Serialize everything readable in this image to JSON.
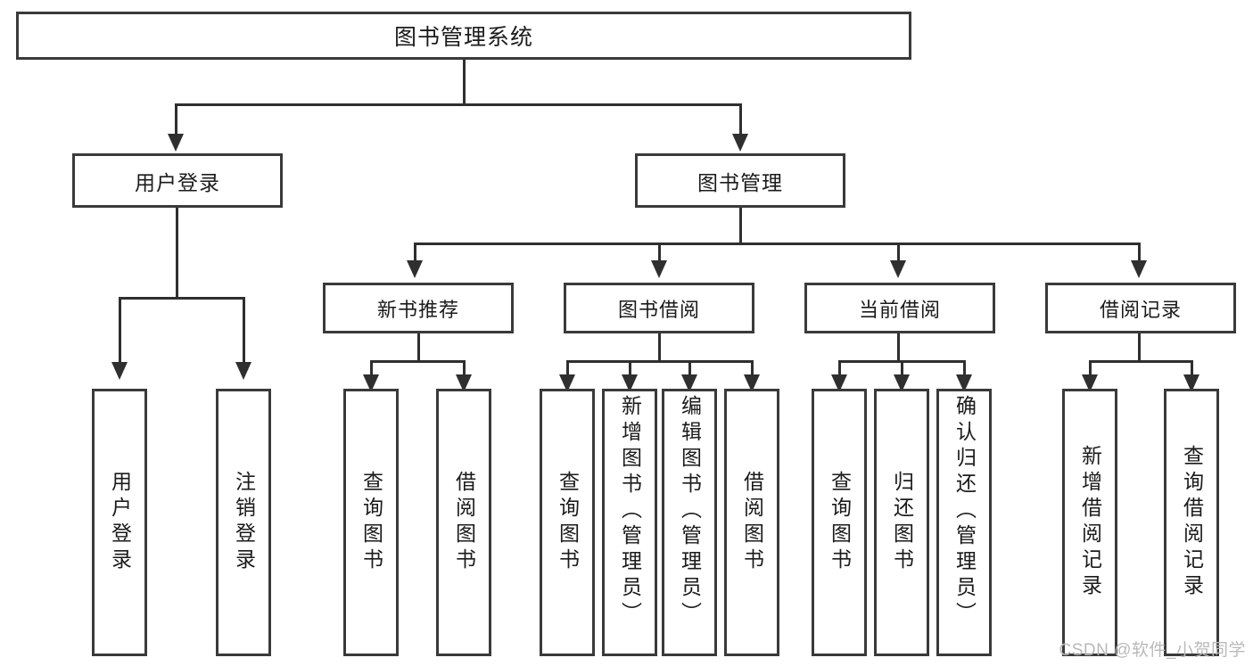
{
  "diagram": {
    "title": "图书管理系统",
    "type": "hierarchy-tree",
    "watermark": "CSDN @软件_小贺同学",
    "root": {
      "label": "图书管理系统"
    },
    "level2": [
      {
        "label": "用户登录"
      },
      {
        "label": "图书管理"
      }
    ],
    "level3": [
      {
        "label": "新书推荐"
      },
      {
        "label": "图书借阅"
      },
      {
        "label": "当前借阅"
      },
      {
        "label": "借阅记录"
      }
    ],
    "leaves": {
      "user_login": [
        {
          "label": "用户登录"
        },
        {
          "label": "注销登录"
        }
      ],
      "new_book_recommend": [
        {
          "label": "查询图书"
        },
        {
          "label": "借阅图书"
        }
      ],
      "book_borrow": [
        {
          "label": "查询图书"
        },
        {
          "label": "新增图书（管理员）"
        },
        {
          "label": "编辑图书（管理员）"
        },
        {
          "label": "借阅图书"
        }
      ],
      "current_borrow": [
        {
          "label": "查询图书"
        },
        {
          "label": "归还图书"
        },
        {
          "label": "确认归还（管理员）"
        }
      ],
      "borrow_record": [
        {
          "label": "新增借阅记录"
        },
        {
          "label": "查询借阅记录"
        }
      ]
    },
    "colors": {
      "stroke": "#2f2f2f",
      "box_border": "#3a3a3a",
      "background": "#ffffff",
      "text": "#1b1b1b",
      "watermark": "#b9b9b9"
    }
  }
}
